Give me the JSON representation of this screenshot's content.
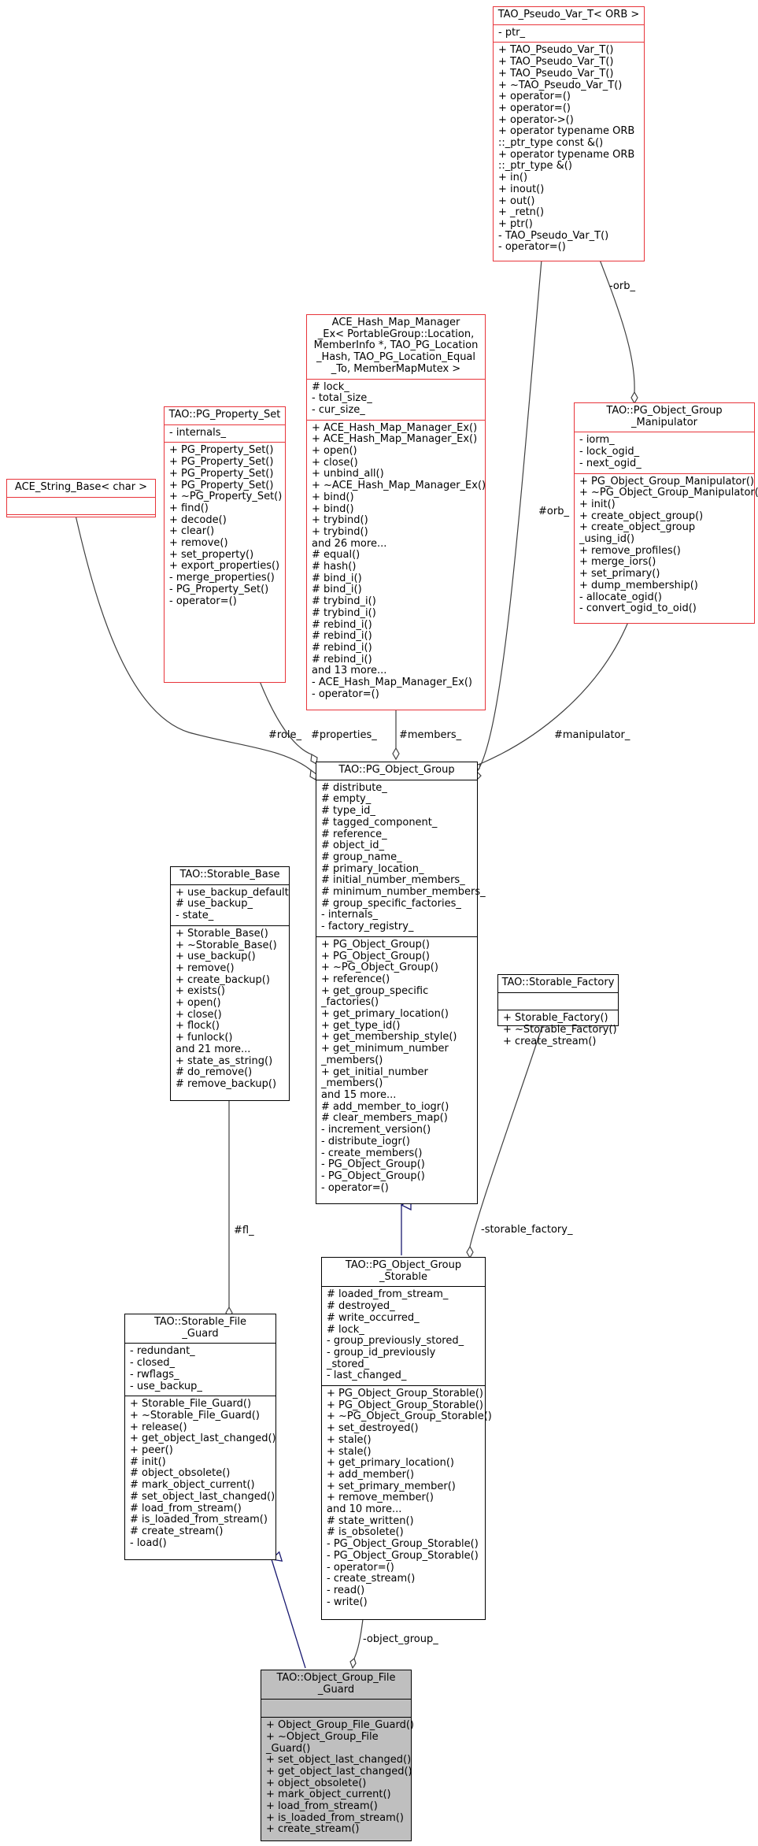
{
  "classes": [
    {
      "id": "pseudo",
      "variant": "red",
      "title": "TAO_Pseudo_Var_T< ORB >",
      "sections": [
        [
          "- ptr_"
        ],
        [
          "+ TAO_Pseudo_Var_T()",
          "+ TAO_Pseudo_Var_T()",
          "+ TAO_Pseudo_Var_T()",
          "+ ~TAO_Pseudo_Var_T()",
          "+ operator=()",
          "+ operator=()",
          "+ operator->()",
          "+ operator typename ORB",
          "::_ptr_type const &()",
          "+ operator typename ORB",
          "::_ptr_type &()",
          "+ in()",
          "+ inout()",
          "+ out()",
          "+ _retn()",
          "+ ptr()",
          "- TAO_Pseudo_Var_T()",
          "- operator=()"
        ]
      ]
    },
    {
      "id": "hashmap",
      "variant": "red",
      "title": "ACE_Hash_Map_Manager\n_Ex< PortableGroup::Location,\n MemberInfo *, TAO_PG_Location\n_Hash, TAO_PG_Location_Equal\n_To, MemberMapMutex >",
      "sections": [
        [
          "# lock_",
          "- total_size_",
          "- cur_size_"
        ],
        [
          "+ ACE_Hash_Map_Manager_Ex()",
          "+ ACE_Hash_Map_Manager_Ex()",
          "+ open()",
          "+ close()",
          "+ unbind_all()",
          "+ ~ACE_Hash_Map_Manager_Ex()",
          "+ bind()",
          "+ bind()",
          "+ trybind()",
          "+ trybind()",
          "and 26 more...",
          "# equal()",
          "# hash()",
          "# bind_i()",
          "# bind_i()",
          "# trybind_i()",
          "# trybind_i()",
          "# rebind_i()",
          "# rebind_i()",
          "# rebind_i()",
          "# rebind_i()",
          "and 13 more...",
          "- ACE_Hash_Map_Manager_Ex()",
          "- operator=()"
        ]
      ]
    },
    {
      "id": "propset",
      "variant": "red",
      "title": "TAO::PG_Property_Set",
      "sections": [
        [
          "- internals_"
        ],
        [
          "+ PG_Property_Set()",
          "+ PG_Property_Set()",
          "+ PG_Property_Set()",
          "+ PG_Property_Set()",
          "+ ~PG_Property_Set()",
          "+ find()",
          "+ decode()",
          "+ clear()",
          "+ remove()",
          "+ set_property()",
          "+ export_properties()",
          "- merge_properties()",
          "- PG_Property_Set()",
          "- operator=()"
        ]
      ]
    },
    {
      "id": "strbase",
      "variant": "red",
      "title": "ACE_String_Base< char >",
      "sections": [
        [
          ""
        ],
        [
          ""
        ]
      ]
    },
    {
      "id": "manip",
      "variant": "red",
      "title": "TAO::PG_Object_Group\n_Manipulator",
      "sections": [
        [
          "- iorm_",
          "- lock_ogid_",
          "- next_ogid_"
        ],
        [
          "+ PG_Object_Group_Manipulator()",
          "+ ~PG_Object_Group_Manipulator()",
          "+ init()",
          "+ create_object_group()",
          "+ create_object_group",
          "_using_id()",
          "+ remove_profiles()",
          "+ merge_iors()",
          "+ set_primary()",
          "+ dump_membership()",
          "- allocate_ogid()",
          "- convert_ogid_to_oid()"
        ]
      ]
    },
    {
      "id": "pgog",
      "variant": "black",
      "title": "TAO::PG_Object_Group",
      "sections": [
        [
          "# distribute_",
          "# empty_",
          "# type_id_",
          "# tagged_component_",
          "# reference_",
          "# object_id_",
          "# group_name_",
          "# primary_location_",
          "# initial_number_members_",
          "# minimum_number_members_",
          "# group_specific_factories_",
          "- internals_",
          "- factory_registry_"
        ],
        [
          "+ PG_Object_Group()",
          "+ PG_Object_Group()",
          "+ ~PG_Object_Group()",
          "+ reference()",
          "+ get_group_specific",
          "_factories()",
          "+ get_primary_location()",
          "+ get_type_id()",
          "+ get_membership_style()",
          "+ get_minimum_number",
          "_members()",
          "+ get_initial_number",
          "_members()",
          "and 15 more...",
          "# add_member_to_iogr()",
          "# clear_members_map()",
          "- increment_version()",
          "- distribute_iogr()",
          "- create_members()",
          "- PG_Object_Group()",
          "- PG_Object_Group()",
          "- operator=()"
        ]
      ]
    },
    {
      "id": "storbase",
      "variant": "black",
      "title": "TAO::Storable_Base",
      "sections": [
        [
          "+ use_backup_default",
          "# use_backup_",
          "- state_"
        ],
        [
          "+ Storable_Base()",
          "+ ~Storable_Base()",
          "+ use_backup()",
          "+ remove()",
          "+ create_backup()",
          "+ exists()",
          "+ open()",
          "+ close()",
          "+ flock()",
          "+ funlock()",
          "and 21 more...",
          "+ state_as_string()",
          "# do_remove()",
          "# remove_backup()"
        ]
      ]
    },
    {
      "id": "storfact",
      "variant": "black",
      "title": "TAO::Storable_Factory",
      "sections": [
        [
          ""
        ],
        [
          "+ Storable_Factory()",
          "+ ~Storable_Factory()",
          "+ create_stream()"
        ]
      ]
    },
    {
      "id": "pgogs",
      "variant": "black",
      "title": "TAO::PG_Object_Group\n_Storable",
      "sections": [
        [
          "# loaded_from_stream_",
          "# destroyed_",
          "# write_occurred_",
          "# lock_",
          "- group_previously_stored_",
          "- group_id_previously",
          "_stored_",
          "- last_changed_"
        ],
        [
          "+ PG_Object_Group_Storable()",
          "+ PG_Object_Group_Storable()",
          "+ ~PG_Object_Group_Storable()",
          "+ set_destroyed()",
          "+ stale()",
          "+ stale()",
          "+ get_primary_location()",
          "+ add_member()",
          "+ set_primary_member()",
          "+ remove_member()",
          "and 10 more...",
          "# state_written()",
          "# is_obsolete()",
          "- PG_Object_Group_Storable()",
          "- PG_Object_Group_Storable()",
          "- operator=()",
          "- create_stream()",
          "- read()",
          "- write()"
        ]
      ]
    },
    {
      "id": "sfg",
      "variant": "black",
      "title": "TAO::Storable_File\n_Guard",
      "sections": [
        [
          "- redundant_",
          "- closed_",
          "- rwflags_",
          "- use_backup_"
        ],
        [
          "+ Storable_File_Guard()",
          "+ ~Storable_File_Guard()",
          "+ release()",
          "+ get_object_last_changed()",
          "+ peer()",
          "# init()",
          "# object_obsolete()",
          "# mark_object_current()",
          "# set_object_last_changed()",
          "# load_from_stream()",
          "# is_loaded_from_stream()",
          "# create_stream()",
          "- load()"
        ]
      ]
    },
    {
      "id": "ogfg",
      "variant": "focus",
      "title": "TAO::Object_Group_File\n_Guard",
      "sections": [
        [
          ""
        ],
        [
          "+ Object_Group_File_Guard()",
          "+ ~Object_Group_File",
          "_Guard()",
          "+ set_object_last_changed()",
          "+ get_object_last_changed()",
          "+ object_obsolete()",
          "+ mark_object_current()",
          "+ load_from_stream()",
          "+ is_loaded_from_stream()",
          "+ create_stream()"
        ]
      ]
    }
  ],
  "edge_labels": {
    "orb_": "-orb_",
    "orb_ref": "#orb_",
    "role_": "#role_",
    "properties_": "#properties_",
    "members_": "#members_",
    "manipulator_": "#manipulator_",
    "fl_": "#fl_",
    "storable_factory_": "-storable_factory_",
    "object_group_": "-object_group_"
  },
  "colors": {
    "usage_edge": "#404040",
    "inherit_edge": "#191970",
    "external_border": "#e8343a",
    "focus_fill": "#bfbfbf"
  }
}
